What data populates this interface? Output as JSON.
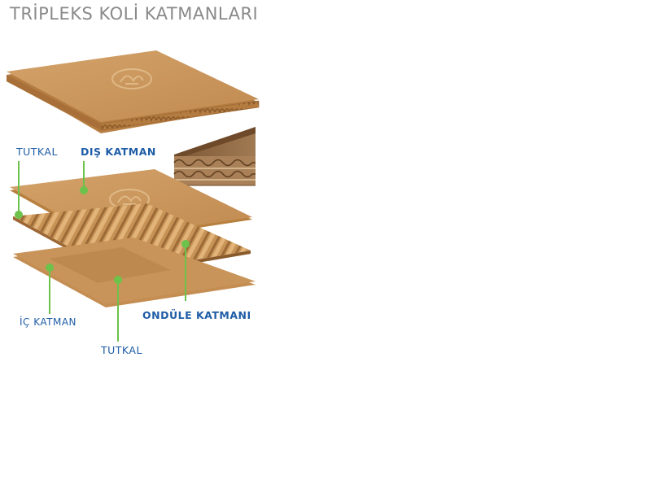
{
  "title": "TRİPLEKS KOLİ KATMANLARI",
  "labels": {
    "glue_top": "TUTKAL",
    "outer_layer": "DIŞ KATMAN",
    "inner_layer": "İÇ KATMAN",
    "fluting_layer": "ONDÜLE KATMANI",
    "glue_bottom": "TUTKAL"
  },
  "colors": {
    "title": "#8a8a8a",
    "label_blue": "#1f5da6",
    "leader_green": "#6cc24a",
    "cardboard_top": "#c9955b",
    "cardboard_side": "#a8743d",
    "flute_dark": "#8b5a2b"
  },
  "icons": {
    "logo_emblem": "laurel-emblem-icon"
  }
}
